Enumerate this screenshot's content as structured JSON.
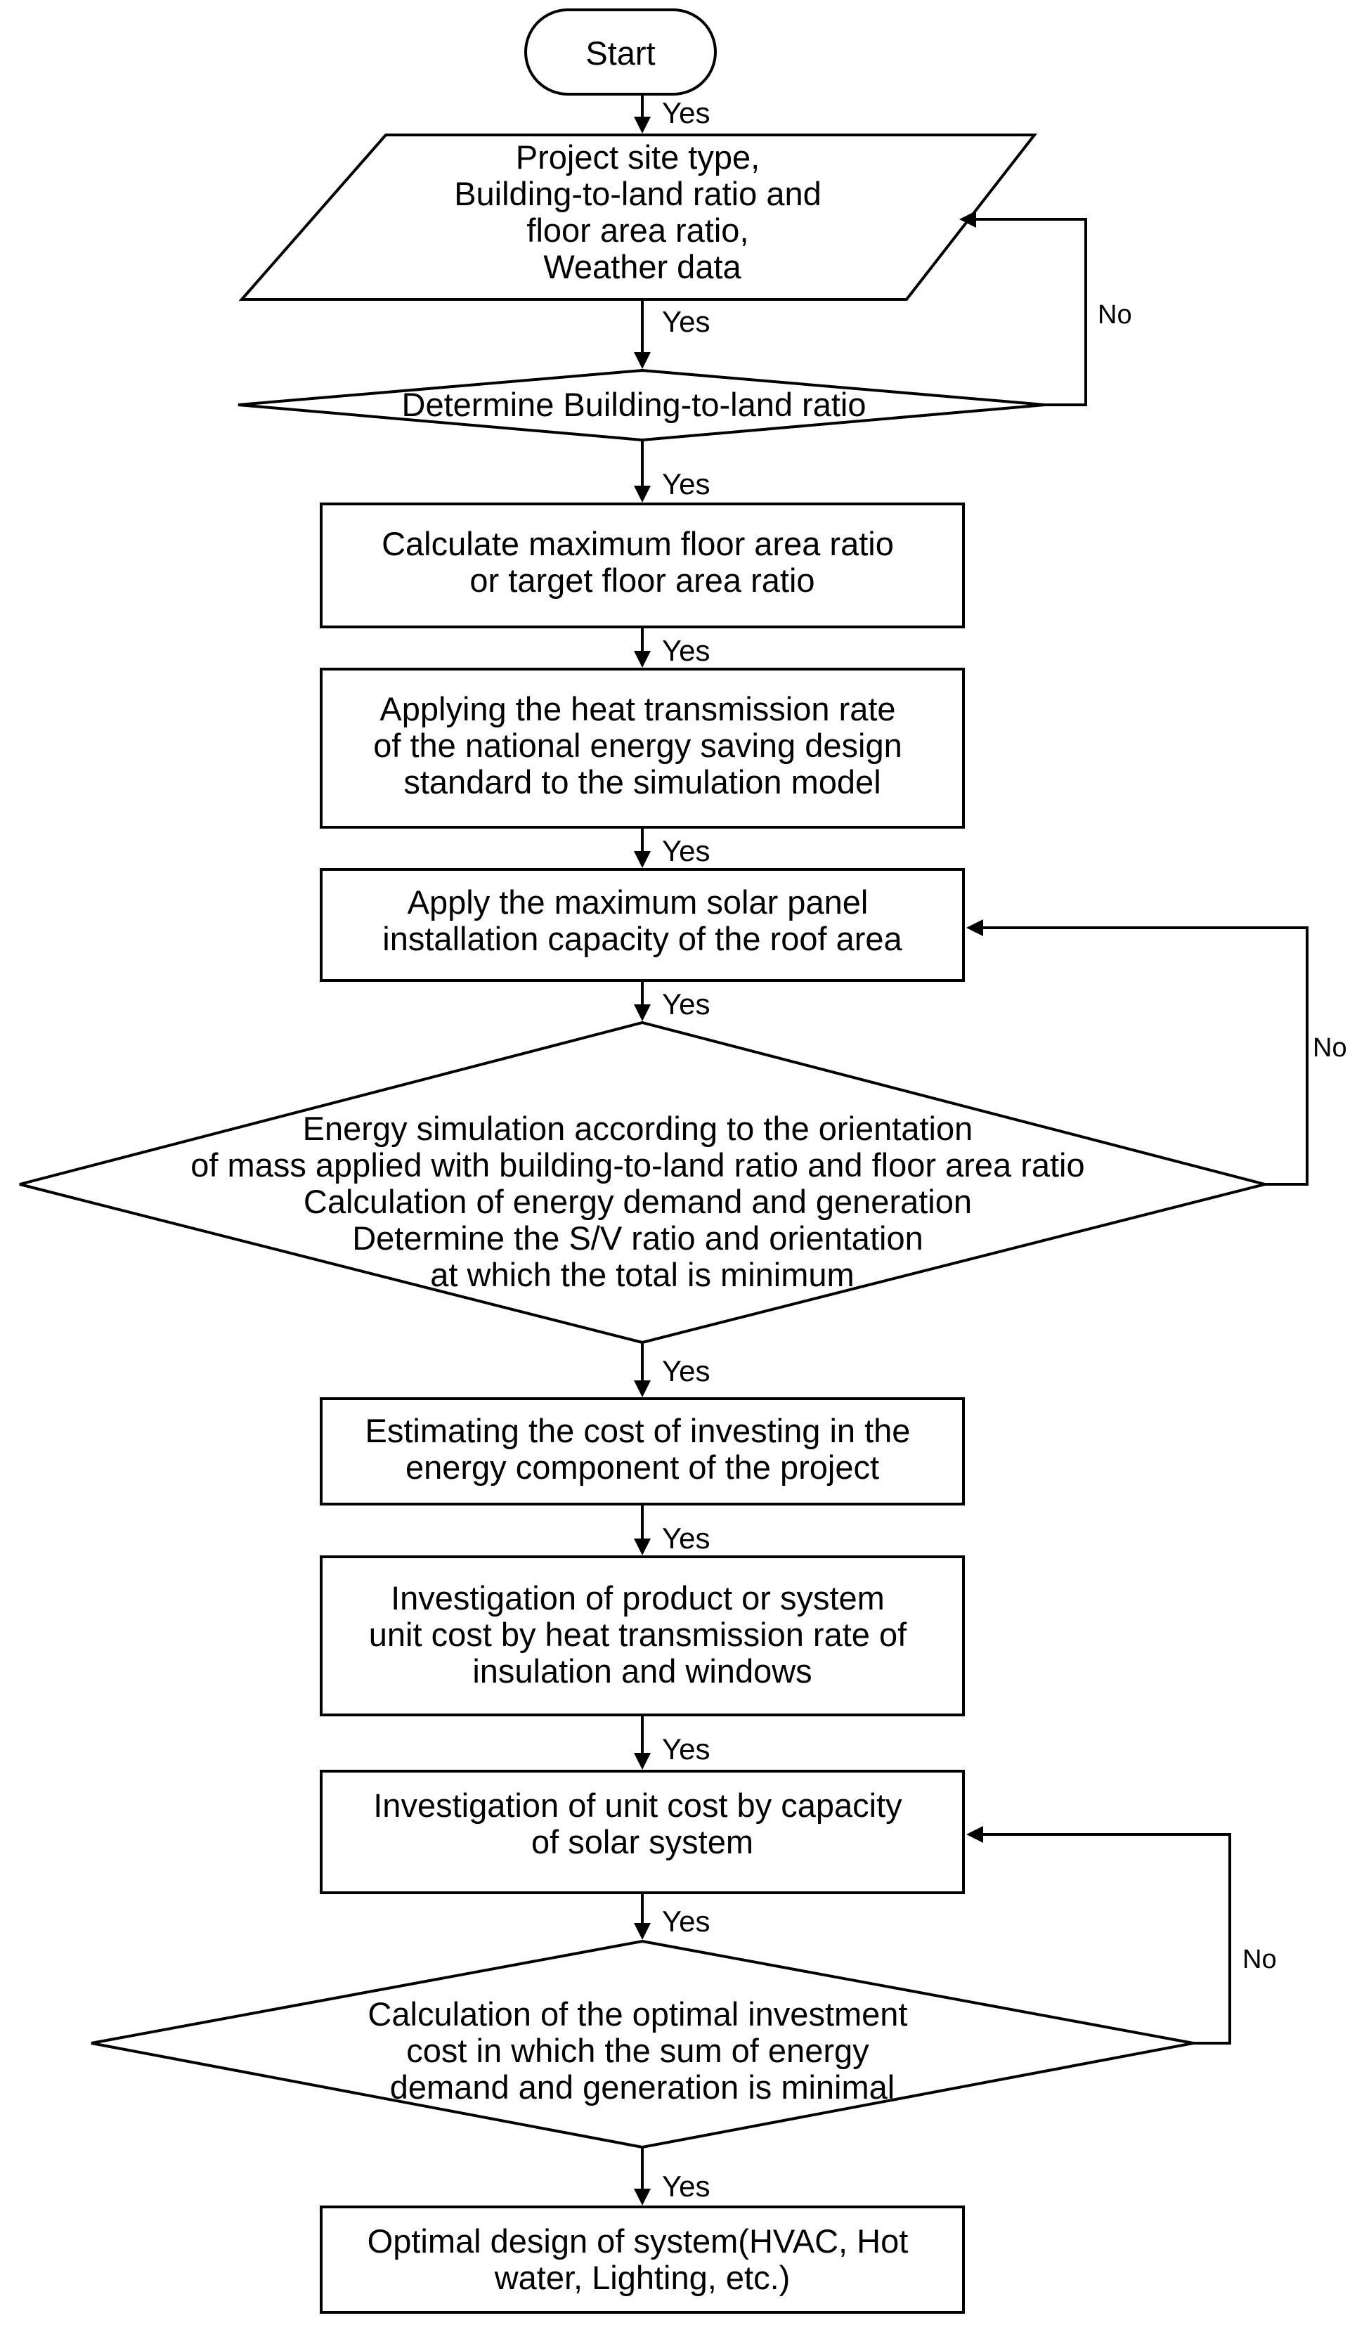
{
  "nodes": {
    "start": "Start",
    "input": [
      "Project site type,",
      "Building-to-land ratio and",
      "floor area ratio,",
      "Weather data"
    ],
    "determine_btl": [
      "Determine Building-to-land ratio"
    ],
    "calc_far": [
      "Calculate maximum floor area ratio",
      "or target floor area ratio"
    ],
    "apply_heat": [
      "Applying the heat transmission rate",
      "of the national energy saving design",
      "standard to the simulation model"
    ],
    "apply_solar": [
      "Apply the maximum solar panel",
      "installation capacity of the roof area"
    ],
    "energy_sim": [
      "Energy simulation according to the orientation",
      "of mass applied with building-to-land ratio and floor area ratio",
      "Calculation of energy demand and generation",
      "Determine the S/V ratio and orientation",
      "at which the total is minimum"
    ],
    "estimate_cost": [
      "Estimating the cost of investing in the",
      "energy component of the project"
    ],
    "investigate_product": [
      "Investigation of product or system",
      "unit cost by heat transmission rate of",
      "insulation and windows"
    ],
    "investigate_solar": [
      "Investigation of unit cost by capacity",
      "of solar system"
    ],
    "calc_optimal": [
      "Calculation of the optimal investment",
      "cost in which the sum of energy",
      "demand and generation is minimal"
    ],
    "optimal_design": [
      "Optimal design of system(HVAC, Hot",
      "water, Lighting, etc.)"
    ]
  },
  "edge_labels": {
    "yes": "Yes",
    "no": "No"
  }
}
